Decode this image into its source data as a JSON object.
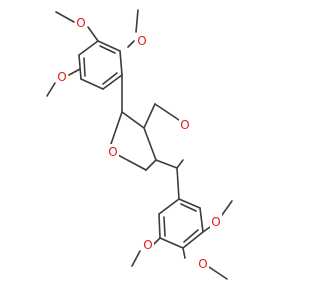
{
  "molecule": {
    "atom_labels": {
      "o_meo1": "O",
      "o_meo2": "O",
      "o_meo3": "O",
      "o_ring1": "O",
      "o_ring2": "O",
      "o_meo4": "O",
      "o_meo5": "O",
      "o_meo6": "O"
    },
    "colors": {
      "bond": "#3b3b3b",
      "oxygen": "#e31b1b",
      "background": "#ffffff"
    }
  }
}
